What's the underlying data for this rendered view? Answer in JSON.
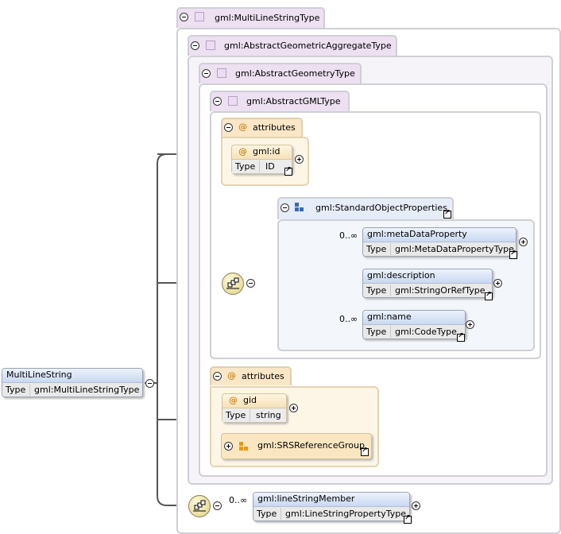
{
  "root": {
    "name": "MultiLineString",
    "type_label": "Type",
    "type_value": "gml:MultiLineStringType"
  },
  "types": {
    "multi_line_string_type": "gml:MultiLineStringType",
    "abstract_geometric_aggregate_type": "gml:AbstractGeometricAggregateType",
    "abstract_geometry_type": "gml:AbstractGeometryType",
    "abstract_gml_type": "gml:AbstractGMLType"
  },
  "attributes_group_1": {
    "label": "attributes",
    "id_attr": {
      "name": "gml:id",
      "type_label": "Type",
      "type_value": "ID"
    }
  },
  "standard_object_properties": {
    "name": "gml:StandardObjectProperties",
    "elements": [
      {
        "occurrence": "0..∞",
        "name": "gml:metaDataProperty",
        "type_label": "Type",
        "type_value": "gml:MetaDataPropertyType"
      },
      {
        "occurrence": "",
        "name": "gml:description",
        "type_label": "Type",
        "type_value": "gml:StringOrRefType"
      },
      {
        "occurrence": "0..∞",
        "name": "gml:name",
        "type_label": "Type",
        "type_value": "gml:CodeType"
      }
    ]
  },
  "attributes_group_2": {
    "label": "attributes",
    "gid_attr": {
      "name": "gid",
      "type_label": "Type",
      "type_value": "string"
    },
    "srs_group": "gml:SRSReferenceGroup"
  },
  "line_string_member": {
    "occurrence": "0..∞",
    "name": "gml:lineStringMember",
    "type_label": "Type",
    "type_value": "gml:LineStringPropertyType"
  },
  "colors": {
    "type_tab": "#ece0f1",
    "element_header": "#c9d8f1",
    "attribute_bg": "#fdf6e6",
    "connector": "#555555"
  }
}
